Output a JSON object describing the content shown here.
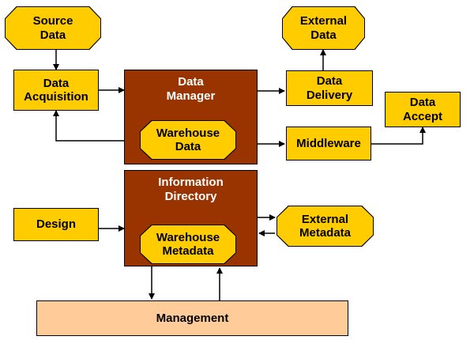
{
  "nodes": {
    "source_data": "Source\nData",
    "external_data": "External\nData",
    "data_acquisition": "Data\nAcquisition",
    "data_manager": "Data\nManager",
    "data_delivery": "Data\nDelivery",
    "data_accept": "Data\nAccept",
    "warehouse_data": "Warehouse\nData",
    "middleware": "Middleware",
    "information_directory": "Information\nDirectory",
    "design": "Design",
    "external_metadata": "External\nMetadata",
    "warehouse_metadata": "Warehouse\nMetadata",
    "management": "Management"
  },
  "colors": {
    "box_fill": "#ffcc00",
    "container_fill": "#993300",
    "container_text": "#ffffff",
    "management_fill": "#ffcc99",
    "stroke": "#000000"
  }
}
